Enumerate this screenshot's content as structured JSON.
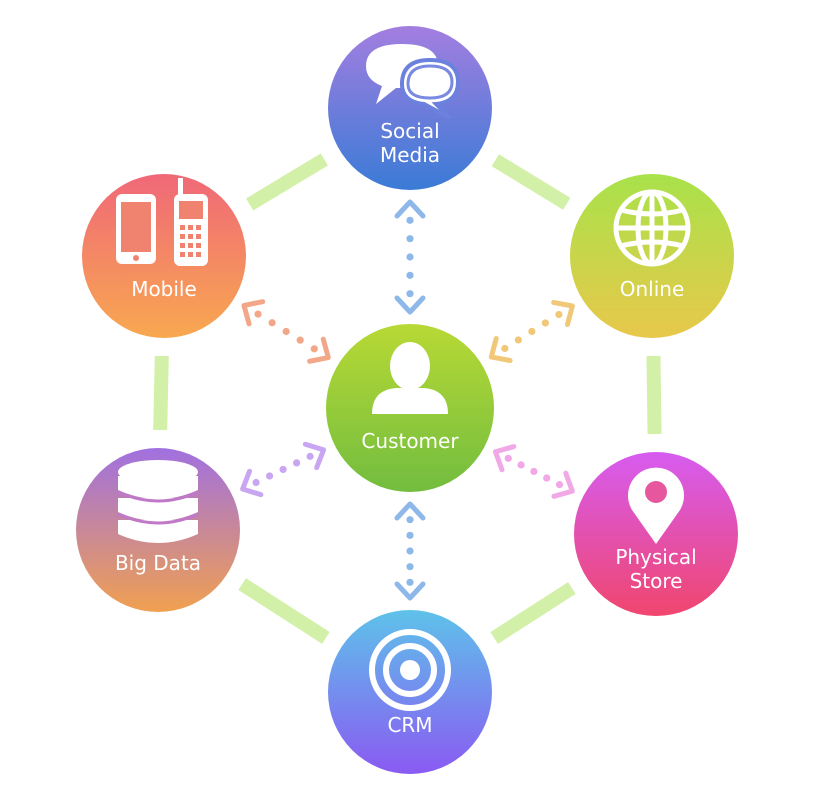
{
  "center": {
    "id": "customer",
    "label": "Customer",
    "icon": "person-icon",
    "gradient": [
      "#b8d935",
      "#72bd3f"
    ]
  },
  "nodes": [
    {
      "id": "social-media",
      "lines": [
        "Social",
        "Media"
      ],
      "icon": "speech-bubbles-icon",
      "gradient": [
        "#a37ee0",
        "#3a7bd6"
      ],
      "arrow_color": "#8fb8ea"
    },
    {
      "id": "online",
      "lines": [
        "Online"
      ],
      "icon": "globe-icon",
      "gradient": [
        "#a8e24a",
        "#e8c84a"
      ],
      "arrow_color": "#f0c878"
    },
    {
      "id": "physical-store",
      "lines": [
        "Physical",
        "Store"
      ],
      "icon": "map-pin-icon",
      "gradient": [
        "#d65cf0",
        "#f0466e"
      ],
      "arrow_color": "#f0a8e6"
    },
    {
      "id": "crm",
      "lines": [
        "CRM"
      ],
      "icon": "target-icon",
      "gradient": [
        "#5ec2ea",
        "#8a5af2"
      ],
      "arrow_color": "#8fb8ea"
    },
    {
      "id": "big-data",
      "lines": [
        "Big Data"
      ],
      "icon": "database-icon",
      "gradient": [
        "#a070e0",
        "#f0a050"
      ],
      "arrow_color": "#c8a6f2"
    },
    {
      "id": "mobile",
      "lines": [
        "Mobile"
      ],
      "icon": "mobile-phones-icon",
      "gradient": [
        "#f06878",
        "#f8a850"
      ],
      "arrow_color": "#f2a888"
    }
  ],
  "colors": {
    "ring": "#d2f0a8",
    "background": "#ffffff"
  }
}
